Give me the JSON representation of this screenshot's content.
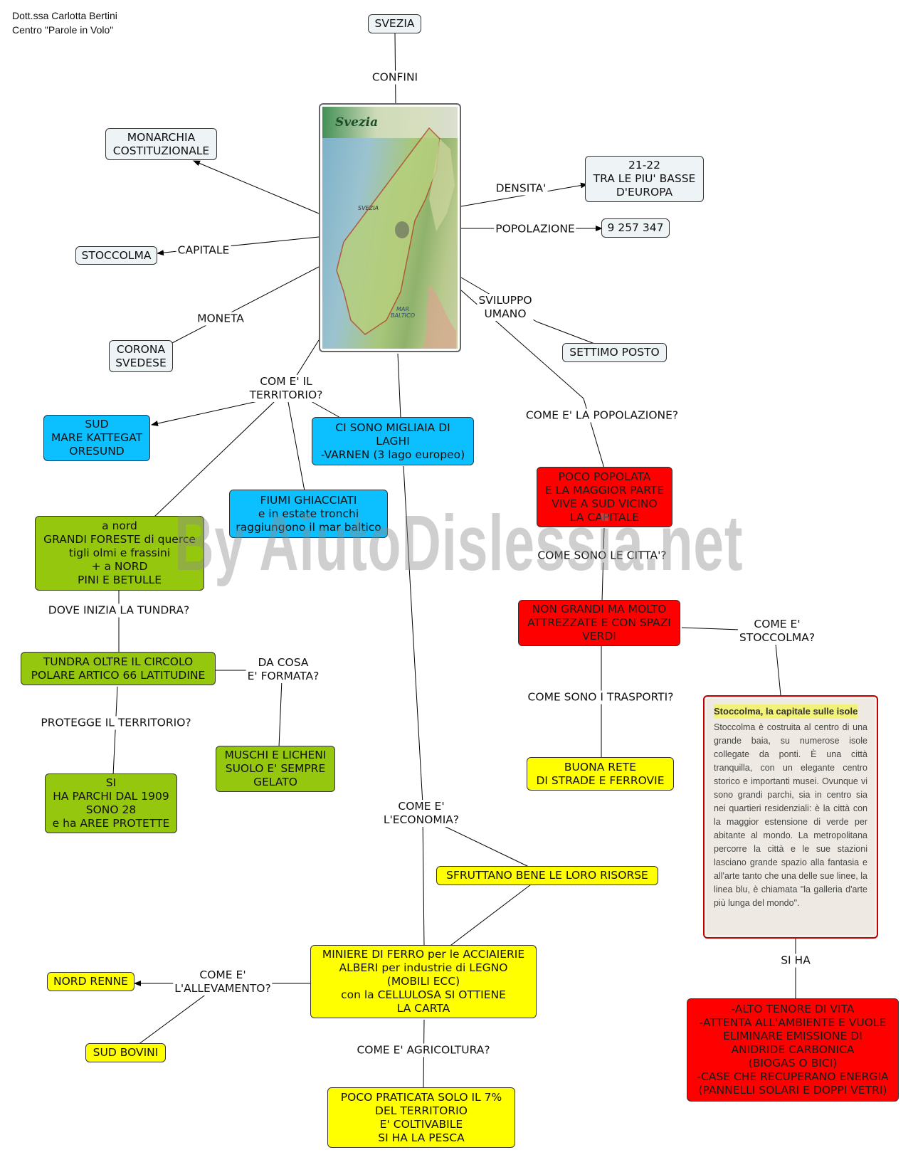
{
  "author": "Dott.ssa Carlotta Bertini\nCentro \"Parole in Volo\"",
  "watermark": "By AiutoDislessia.net",
  "images": {
    "map": {
      "title": "Svezia",
      "caption_labels": [
        "SVEZIA",
        "MAR\nBALTICO"
      ]
    },
    "book": {
      "title": "Stoccolma, la capitale sulle isole",
      "text": "Stoccolma è costruita al centro di una grande baia, su numerose isole collegate da ponti. È una città tranquilla, con un elegante centro storico e importanti musei. Ovunque vi sono grandi parchi, sia in centro sia nei quartieri residenziali: è la città con la maggior estensione di verde per abitante al mondo. La metropolitana percorre la città e le sue stazioni lasciano grande spazio alla fantasia e all'arte tanto che una delle sue linee, la linea blu, è chiamata \"la galleria d'arte più lunga del mondo\"."
    }
  },
  "nodes": {
    "svezia": "SVEZIA",
    "monarchia": "MONARCHIA\nCOSTITUZIONALE",
    "stoccolma": "STOCCOLMA",
    "corona": "CORONA\nSVEDESE",
    "densita_val": "21-22\nTRA LE PIU' BASSE\nD'EUROPA",
    "popolazione_val": "9 257 347",
    "settimo": "SETTIMO POSTO",
    "sud_mare": "SUD\nMARE KATTEGAT\nORESUND",
    "laghi": "CI SONO MIGLIAIA DI\nLAGHI\n-VARNEN (3 lago europeo)",
    "fiumi": "FIUMI GHIACCIATI\ne in estate tronchi\nraggiungono il mar baltico",
    "foreste": "a nord\nGRANDI FORESTE di querce\ntigli olmi e frassini\n+ a NORD\nPINI E BETULLE",
    "tundra": "TUNDRA OLTRE IL CIRCOLO\nPOLARE ARTICO 66 LATITUDINE",
    "muschi": "MUSCHI E LICHENI\nSUOLO E' SEMPRE\nGELATO",
    "parchi": "SI\nHA PARCHI DAL 1909\nSONO 28\ne ha AREE PROTETTE",
    "poco_popolata": "POCO POPOLATA\nE LA MAGGIOR PARTE\nVIVE A SUD VICINO\nLA CAPITALE",
    "citta": "NON GRANDI MA MOLTO\nATTREZZATE E CON SPAZI\nVERDI",
    "trasporti": "BUONA RETE\nDI STRADE E FERROVIE",
    "risorse": "SFRUTTANO BENE LE LORO RISORSE",
    "miniere": "MINIERE DI FERRO per le ACCIAIERIE\nALBERI per industrie di LEGNO\n(MOBILI ECC)\ncon la CELLULOSA SI OTTIENE\nLA CARTA",
    "renne": "NORD RENNE",
    "bovini": "SUD BOVINI",
    "agricoltura": "POCO PRATICATA SOLO IL 7%\nDEL TERRITORIO\nE' COLTIVABILE\nSI HA LA PESCA",
    "tenore": "-ALTO TENORE DI VITA\n-ATTENTA ALL'AMBIENTE E VUOLE\nELIMINARE EMISSIONE DI\nANIDRIDE CARBONICA\n(BIOGAS O BICI)\n-CASE CHE RECUPERANO ENERGIA\n(PANNELLI SOLARI E DOPPI VETRI)"
  },
  "labels": {
    "confini": "CONFINI",
    "densita": "DENSITA'",
    "popolazione": "POPOLAZIONE",
    "capitale": "CAPITALE",
    "moneta": "MONETA",
    "sviluppo": "SVILUPPO\nUMANO",
    "territorio": "COM E' IL\nTERRITORIO?",
    "come_popolazione": "COME E' LA POPOLAZIONE?",
    "come_citta": "COME SONO LE CITTA'?",
    "come_stoccolma": "COME E'\nSTOCCOLMA?",
    "trasporti": "COME SONO I TRASPORTI?",
    "tundra": "DOVE INIZIA LA TUNDRA?",
    "formata": "DA COSA\nE' FORMATA?",
    "protegge": "PROTEGGE IL TERRITORIO?",
    "economia": "COME E'\nL'ECONOMIA?",
    "allevamento": "COME E'\nL'ALLEVAMENTO?",
    "agricoltura": "COME E' AGRICOLTURA?",
    "si_ha": "SI HA"
  }
}
